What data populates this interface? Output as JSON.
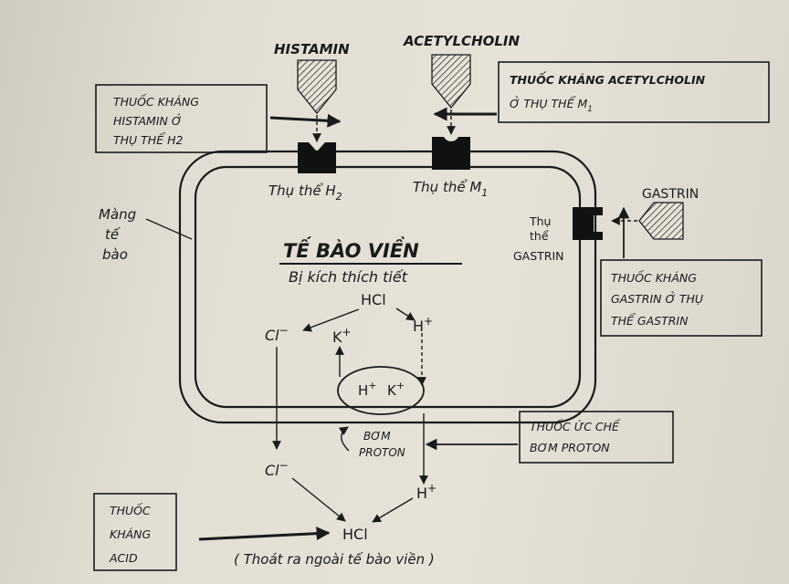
{
  "ligands": {
    "histamine": "HISTAMIN",
    "acetylcholine": "ACETYLCHOLIN",
    "gastrin": "GASTRIN"
  },
  "receptors": {
    "h2_label": "Thụ thể H",
    "h2_sub": "2",
    "m1_label": "Thụ thể M",
    "m1_sub": "1",
    "gastrin_line1": "Thụ",
    "gastrin_line2": "thể",
    "gastrin_line3": "GASTRIN"
  },
  "membrane_label": [
    "Màng",
    "tế",
    "bào"
  ],
  "cell": {
    "title": "TẾ BÀO VIỀN",
    "subtitle": "Bị kích thích tiết"
  },
  "drug_boxes": {
    "antihistamine": [
      "THUỐC KHÁNG",
      "HISTAMIN Ở",
      "THỤ THỂ H2"
    ],
    "anticholinergic_line1": "THUỐC KHÁNG ACETYLCHOLIN",
    "anticholinergic_line2": "Ở THỤ THỂ M",
    "anticholinergic_sub": "1",
    "antigastrin": [
      "THUỐC KHÁNG",
      "GASTRIN Ở THỤ",
      "THỂ GASTRIN"
    ],
    "ppi": [
      "THUỐC ỨC CHẾ",
      "BƠM PROTON"
    ],
    "antacid": [
      "THUỐC",
      "KHÁNG",
      "ACID"
    ]
  },
  "ions": {
    "hcl_top": "HCl",
    "cl_top": "Cl",
    "cl_top_sup": "−",
    "k_top": "K",
    "k_top_sup": "+",
    "h_top": "H",
    "h_top_sup": "+",
    "pump_h": "H",
    "pump_h_sup": "+",
    "pump_k": "K",
    "pump_k_sup": "+",
    "cl_bottom": "Cl",
    "cl_bottom_sup": "−",
    "h_bottom": "H",
    "h_bottom_sup": "+",
    "hcl_bottom": "HCl"
  },
  "pump_label": [
    "BƠM",
    "PROTON"
  ],
  "footer": "( Thoát ra ngoài tế bào viền )"
}
